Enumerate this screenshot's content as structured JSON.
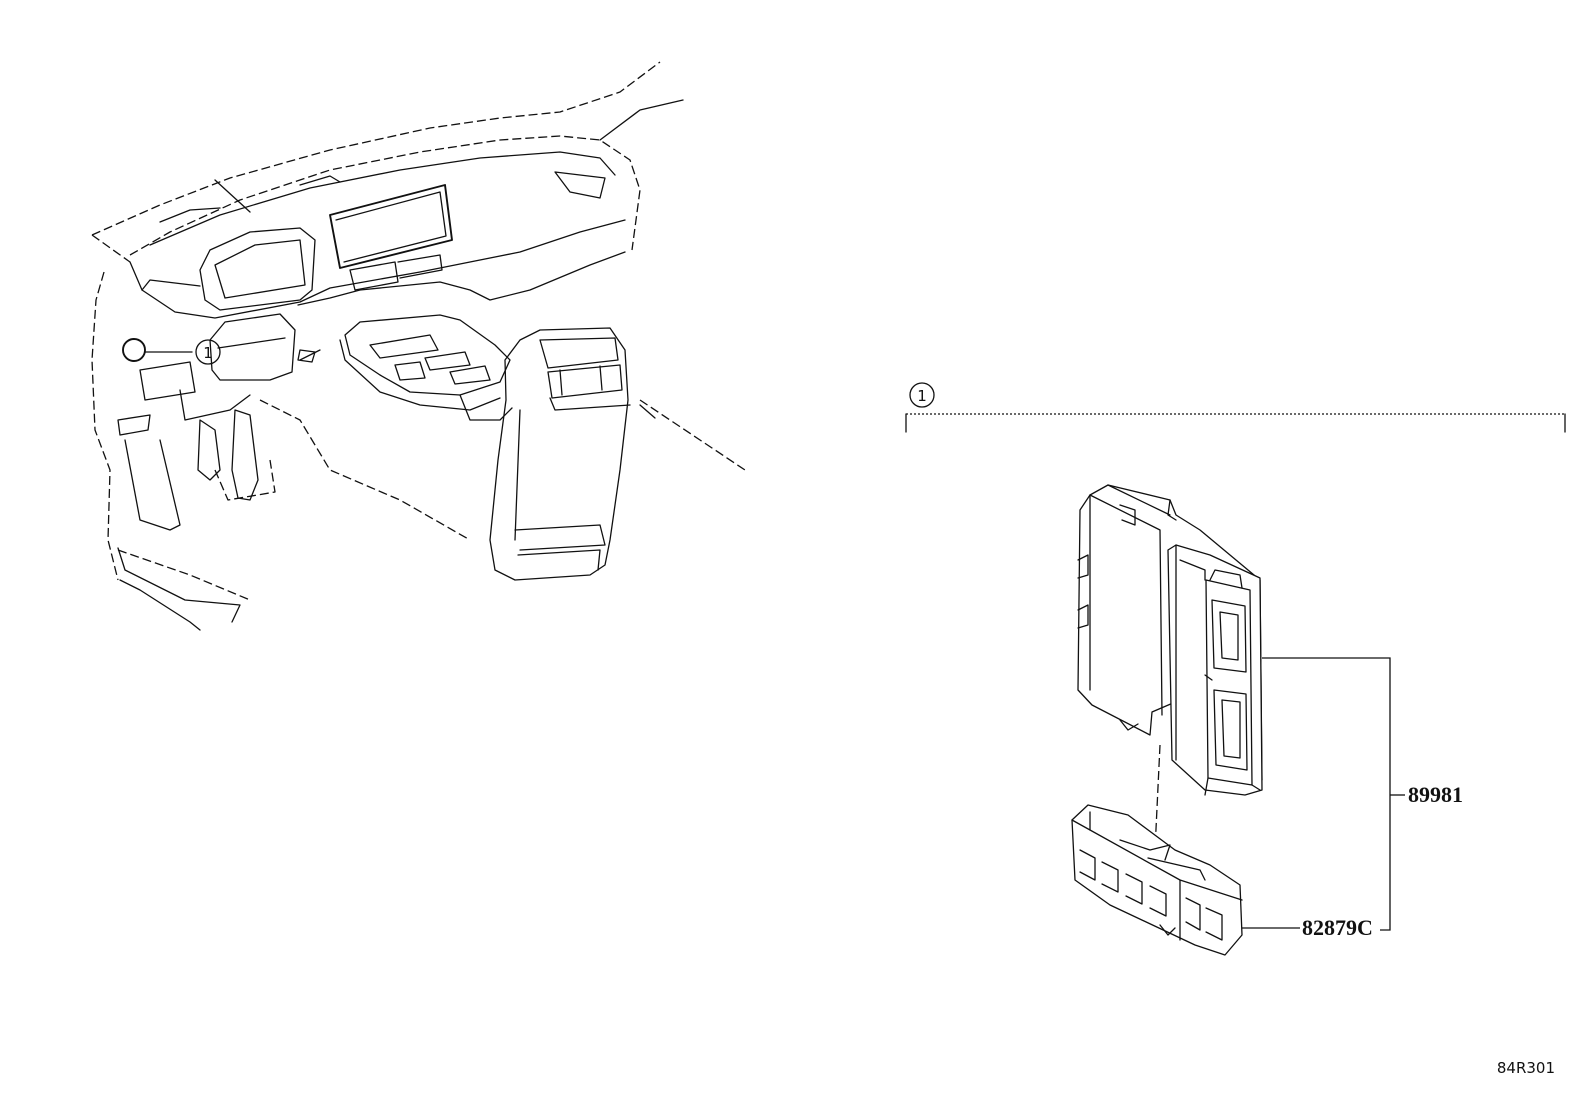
{
  "callouts": {
    "main_ref": "1",
    "dashboard_ref": "1"
  },
  "parts": {
    "module": "89981",
    "connector": "82879C"
  },
  "illustration_code": "84R301"
}
